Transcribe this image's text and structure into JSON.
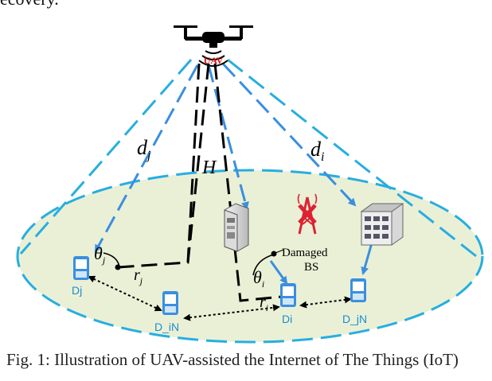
{
  "top_text": "ecovery.",
  "caption": "Fig. 1: Illustration of UAV-assisted the Internet of The Things (IoT)",
  "labels": {
    "uav": "UAV",
    "d_j": "d",
    "d_j_sub": "j",
    "d_i": "d",
    "d_i_sub": "i",
    "H": "H",
    "theta_j": "θ",
    "theta_j_sub": "j",
    "r_j": "r",
    "r_j_sub": "j",
    "theta_i": "θ",
    "theta_i_sub": "i",
    "r_i": "r",
    "r_i_sub": "i",
    "damaged": "Damaged",
    "bs": "BS",
    "Dj": "Dj",
    "D_iN": "D_iN",
    "Di": "Di",
    "D_jN": "D_jN"
  },
  "icons": [
    "drone-icon",
    "signal-waves-icon",
    "server-cabinet-icon",
    "damaged-tower-icon",
    "server-rack-icon",
    "mobile-device-icon"
  ],
  "colors": {
    "ground": "#eaf0d6",
    "cyan_dash": "#27aee0",
    "link_blue": "#3a8fe0",
    "black": "#000000",
    "uav_red": "#e01010"
  }
}
